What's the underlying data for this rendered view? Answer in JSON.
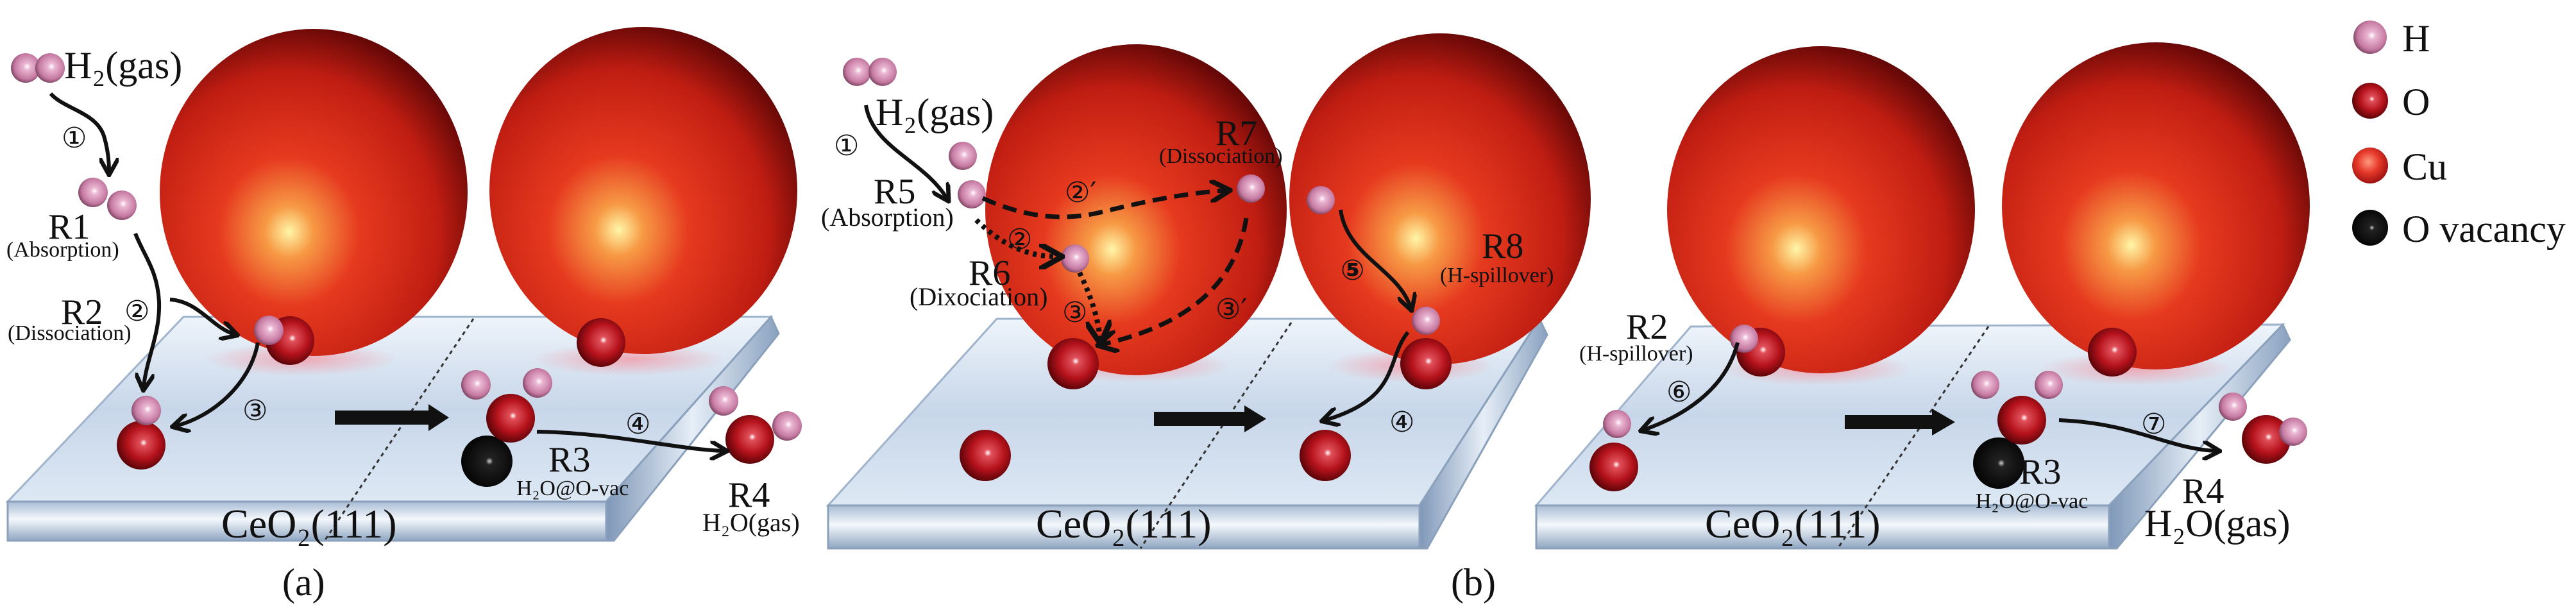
{
  "panels": {
    "a": {
      "caption": "(a)",
      "h2_gas": "H₂(gas)",
      "r1": "R1",
      "r1_desc": "(Absorption)",
      "r2": "R2",
      "r2_desc": "(Dissociation)",
      "r3": "R3",
      "r3_desc": "H₂O@O-vac",
      "r4": "R4",
      "r4_desc": "H₂O(gas)",
      "substrate": "CeO₂(111)",
      "steps": {
        "s1": "①",
        "s2": "②",
        "s3": "③",
        "s4": "④"
      }
    },
    "b": {
      "caption": "(b)",
      "h2_gas": "H₂(gas)",
      "r5": "R5",
      "r5_desc": "(Absorption)",
      "r6": "R6",
      "r6_desc": "(Dixociation)",
      "r7": "R7",
      "r7_desc": "(Dissociation)",
      "r8": "R8",
      "r8_desc": "(H-spillover)",
      "substrate": "CeO₂(111)",
      "steps": {
        "s1": "①",
        "s2": "②",
        "s2p": "②′",
        "s3": "③",
        "s3p": "③′",
        "s5": "⑤",
        "s4": "④"
      }
    },
    "c": {
      "r2": "R2",
      "r2_desc": "(H-spillover)",
      "r3": "R3",
      "r3_desc": "H₂O@O-vac",
      "r4": "R4",
      "r4_desc": "H₂O(gas)",
      "substrate": "CeO₂(111)",
      "steps": {
        "s6": "⑥",
        "s7": "⑦"
      }
    }
  },
  "legend": [
    {
      "label": "H",
      "icon": "hydrogen-atom"
    },
    {
      "label": "O",
      "icon": "oxygen-atom"
    },
    {
      "label": "Cu",
      "icon": "copper-atom"
    },
    {
      "label": "O vacancy",
      "icon": "oxygen-vacancy"
    }
  ],
  "colors": {
    "cu": "#e2321c",
    "o": "#b5121b",
    "h": "#d48bb3",
    "vacancy": "#111111",
    "slab": "#c9d9ec"
  }
}
